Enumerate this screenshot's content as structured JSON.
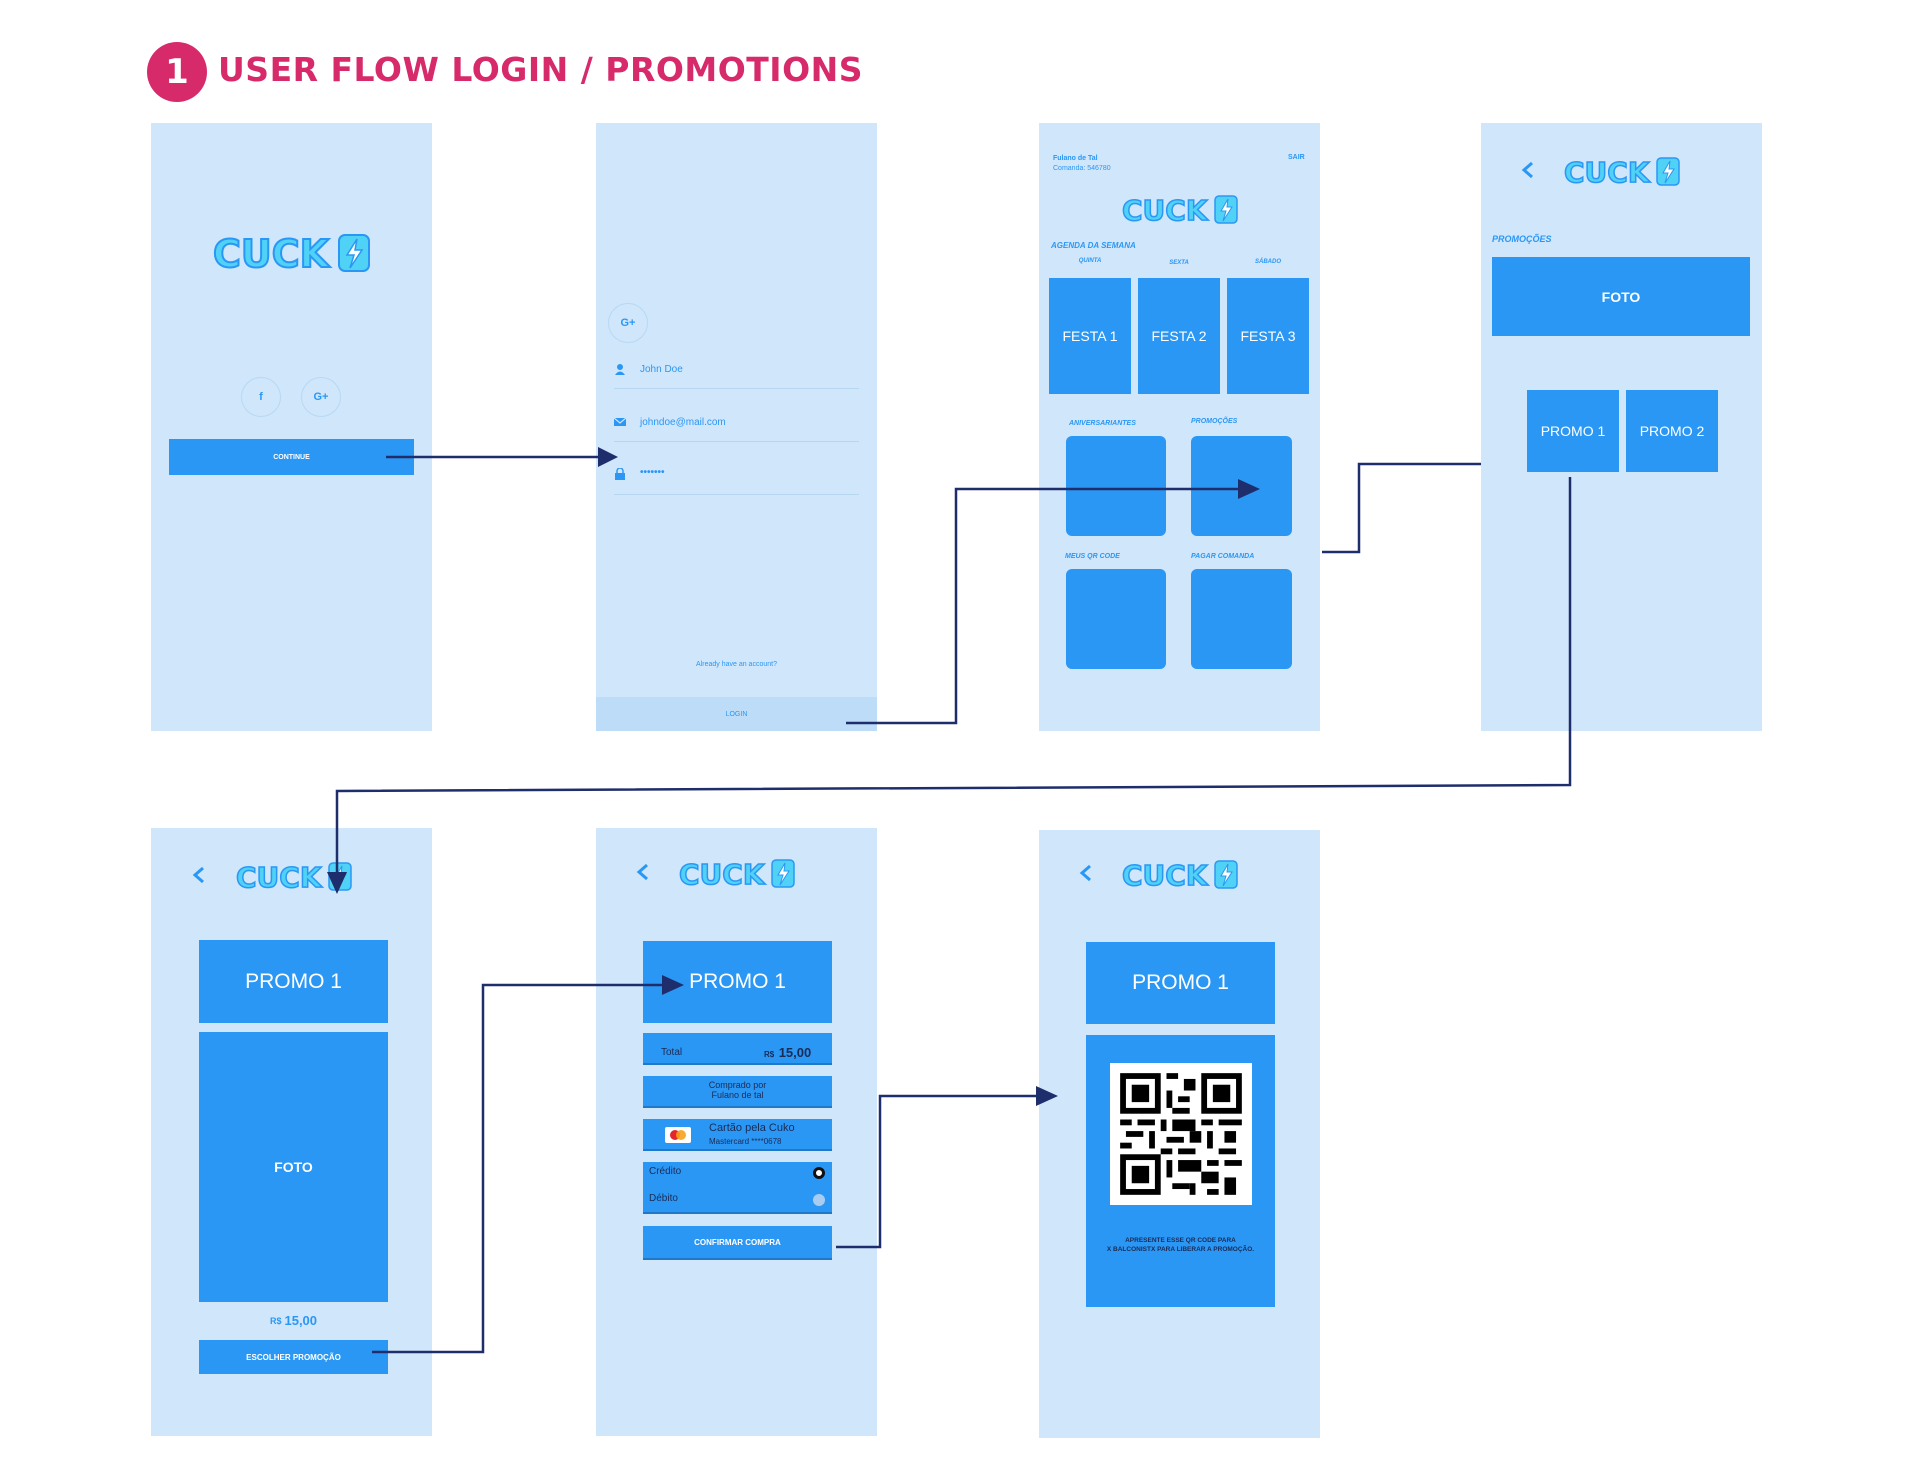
{
  "header": {
    "step_number": "1",
    "title": "USER FLOW LOGIN / PROMOTIONS"
  },
  "brand": {
    "logo_text": "CUCK",
    "accent": "#2b97f5",
    "logo_fill": "#4fd2f5",
    "background": "#cfe6fb",
    "heading_color": "#d62a6b",
    "arrow_color": "#1e2d6b"
  },
  "screen1": {
    "facebook_icon": "f",
    "google_icon": "G+",
    "continue_label": "CONTINUE"
  },
  "screen2": {
    "google_icon": "G+",
    "name_value": "John Doe",
    "email_value": "johndoe@mail.com",
    "password_value": "•••••••",
    "account_link": "Already have an account?",
    "login_label": "LOGIN"
  },
  "screen3": {
    "user_name": "Fulano de Tal",
    "comanda": "Comanda: 546780",
    "logout": "SAIR",
    "agenda_title": "AGENDA DA SEMANA",
    "days": [
      "QUINTA",
      "SEXTA",
      "SÁBADO"
    ],
    "events": [
      "FESTA 1",
      "FESTA 2",
      "FESTA 3"
    ],
    "tiles": [
      "ANIVERSARIANTES",
      "PROMOÇÕES",
      "MEUS QR CODE",
      "PAGAR COMANDA"
    ]
  },
  "screen4": {
    "section_title": "PROMOÇÕES",
    "photo": "FOTO",
    "promos": [
      "PROMO 1",
      "PROMO 2"
    ]
  },
  "screen5": {
    "promo_title": "PROMO 1",
    "photo": "FOTO",
    "currency": "R$",
    "price": "15,00",
    "choose_label": "ESCOLHER PROMOÇÃO"
  },
  "screen6": {
    "promo_title": "PROMO 1",
    "total_label": "Total",
    "currency": "R$",
    "total_value": "15,00",
    "bought_by_1": "Comprado por",
    "bought_by_2": "Fulano de tal",
    "card_title": "Cartão pela Cuko",
    "card_number": "Mastercard ****0678",
    "credit": "Crédito",
    "debit": "Débito",
    "confirm_label": "CONFIRMAR COMPRA"
  },
  "screen7": {
    "promo_title": "PROMO 1",
    "instruction_1": "APRESENTE ESSE QR CODE PARA",
    "instruction_2": "X BALCONISTX PARA LIBERAR A PROMOÇÃO."
  }
}
